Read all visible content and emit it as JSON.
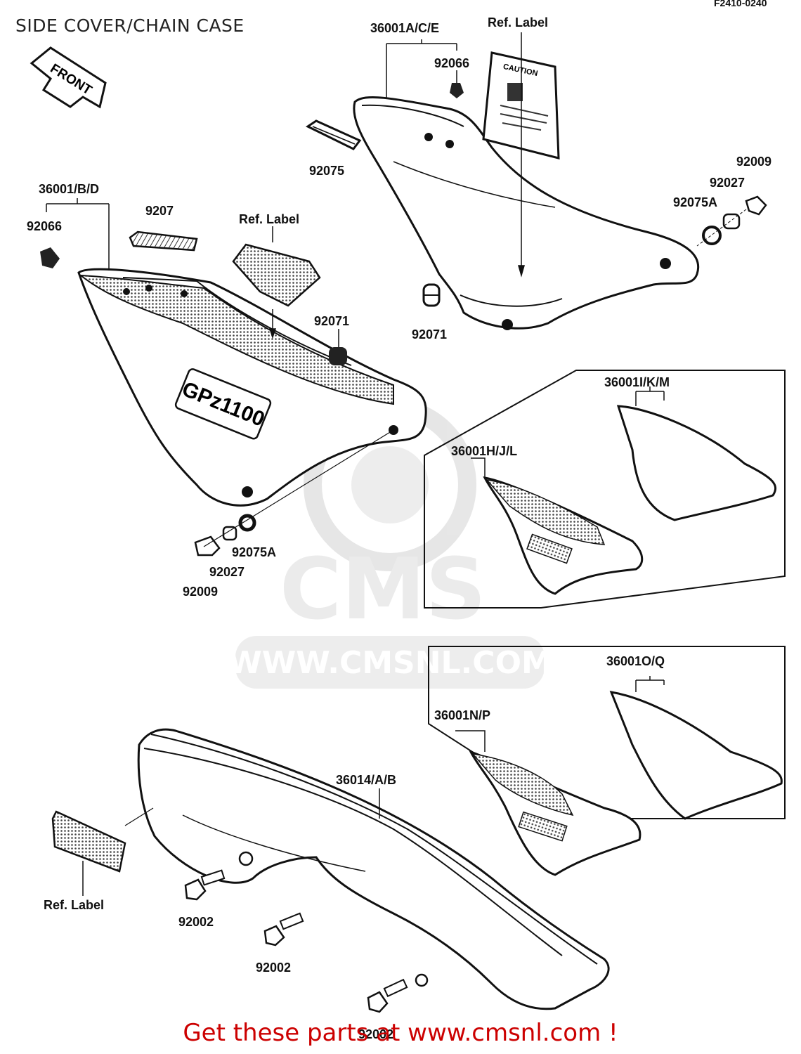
{
  "header": {
    "title": "SIDE COVER/CHAIN CASE",
    "code": "F2410-0240"
  },
  "front_arrow": "FRONT",
  "watermark": {
    "brand": "CMS",
    "url": "WWW.CMSNL.COM"
  },
  "labels": {
    "p36001ace": "36001A/C/E",
    "ref_label_top": "Ref. Label",
    "p92066_top": "92066",
    "p92075_top": "92075",
    "p92009_right": "92009",
    "p92027_right": "92027",
    "p92075a_right": "92075A",
    "p92071_mid": "92071",
    "p36001bd": "36001/B/D",
    "p92066_left": "92066",
    "p9207_left": "9207",
    "ref_label_mid": "Ref. Label",
    "p92071_left": "92071",
    "p92075a_left": "92075A",
    "p92027_left": "92027",
    "p92009_left": "92009",
    "p36001ikm": "36001I/K/M",
    "p36001hjl": "36001H/J/L",
    "p36001oq": "36001O/Q",
    "p36001np": "36001N/P",
    "p36014ab": "36014/A/B",
    "ref_label_bottom": "Ref. Label",
    "p92002_a": "92002",
    "p92002_b": "92002",
    "p92002_c": "92002"
  },
  "decals": {
    "caution": "CAUTION",
    "gpz": "GPz1100"
  },
  "footer": {
    "text": "Get these parts at www.cmsnl.com !"
  }
}
